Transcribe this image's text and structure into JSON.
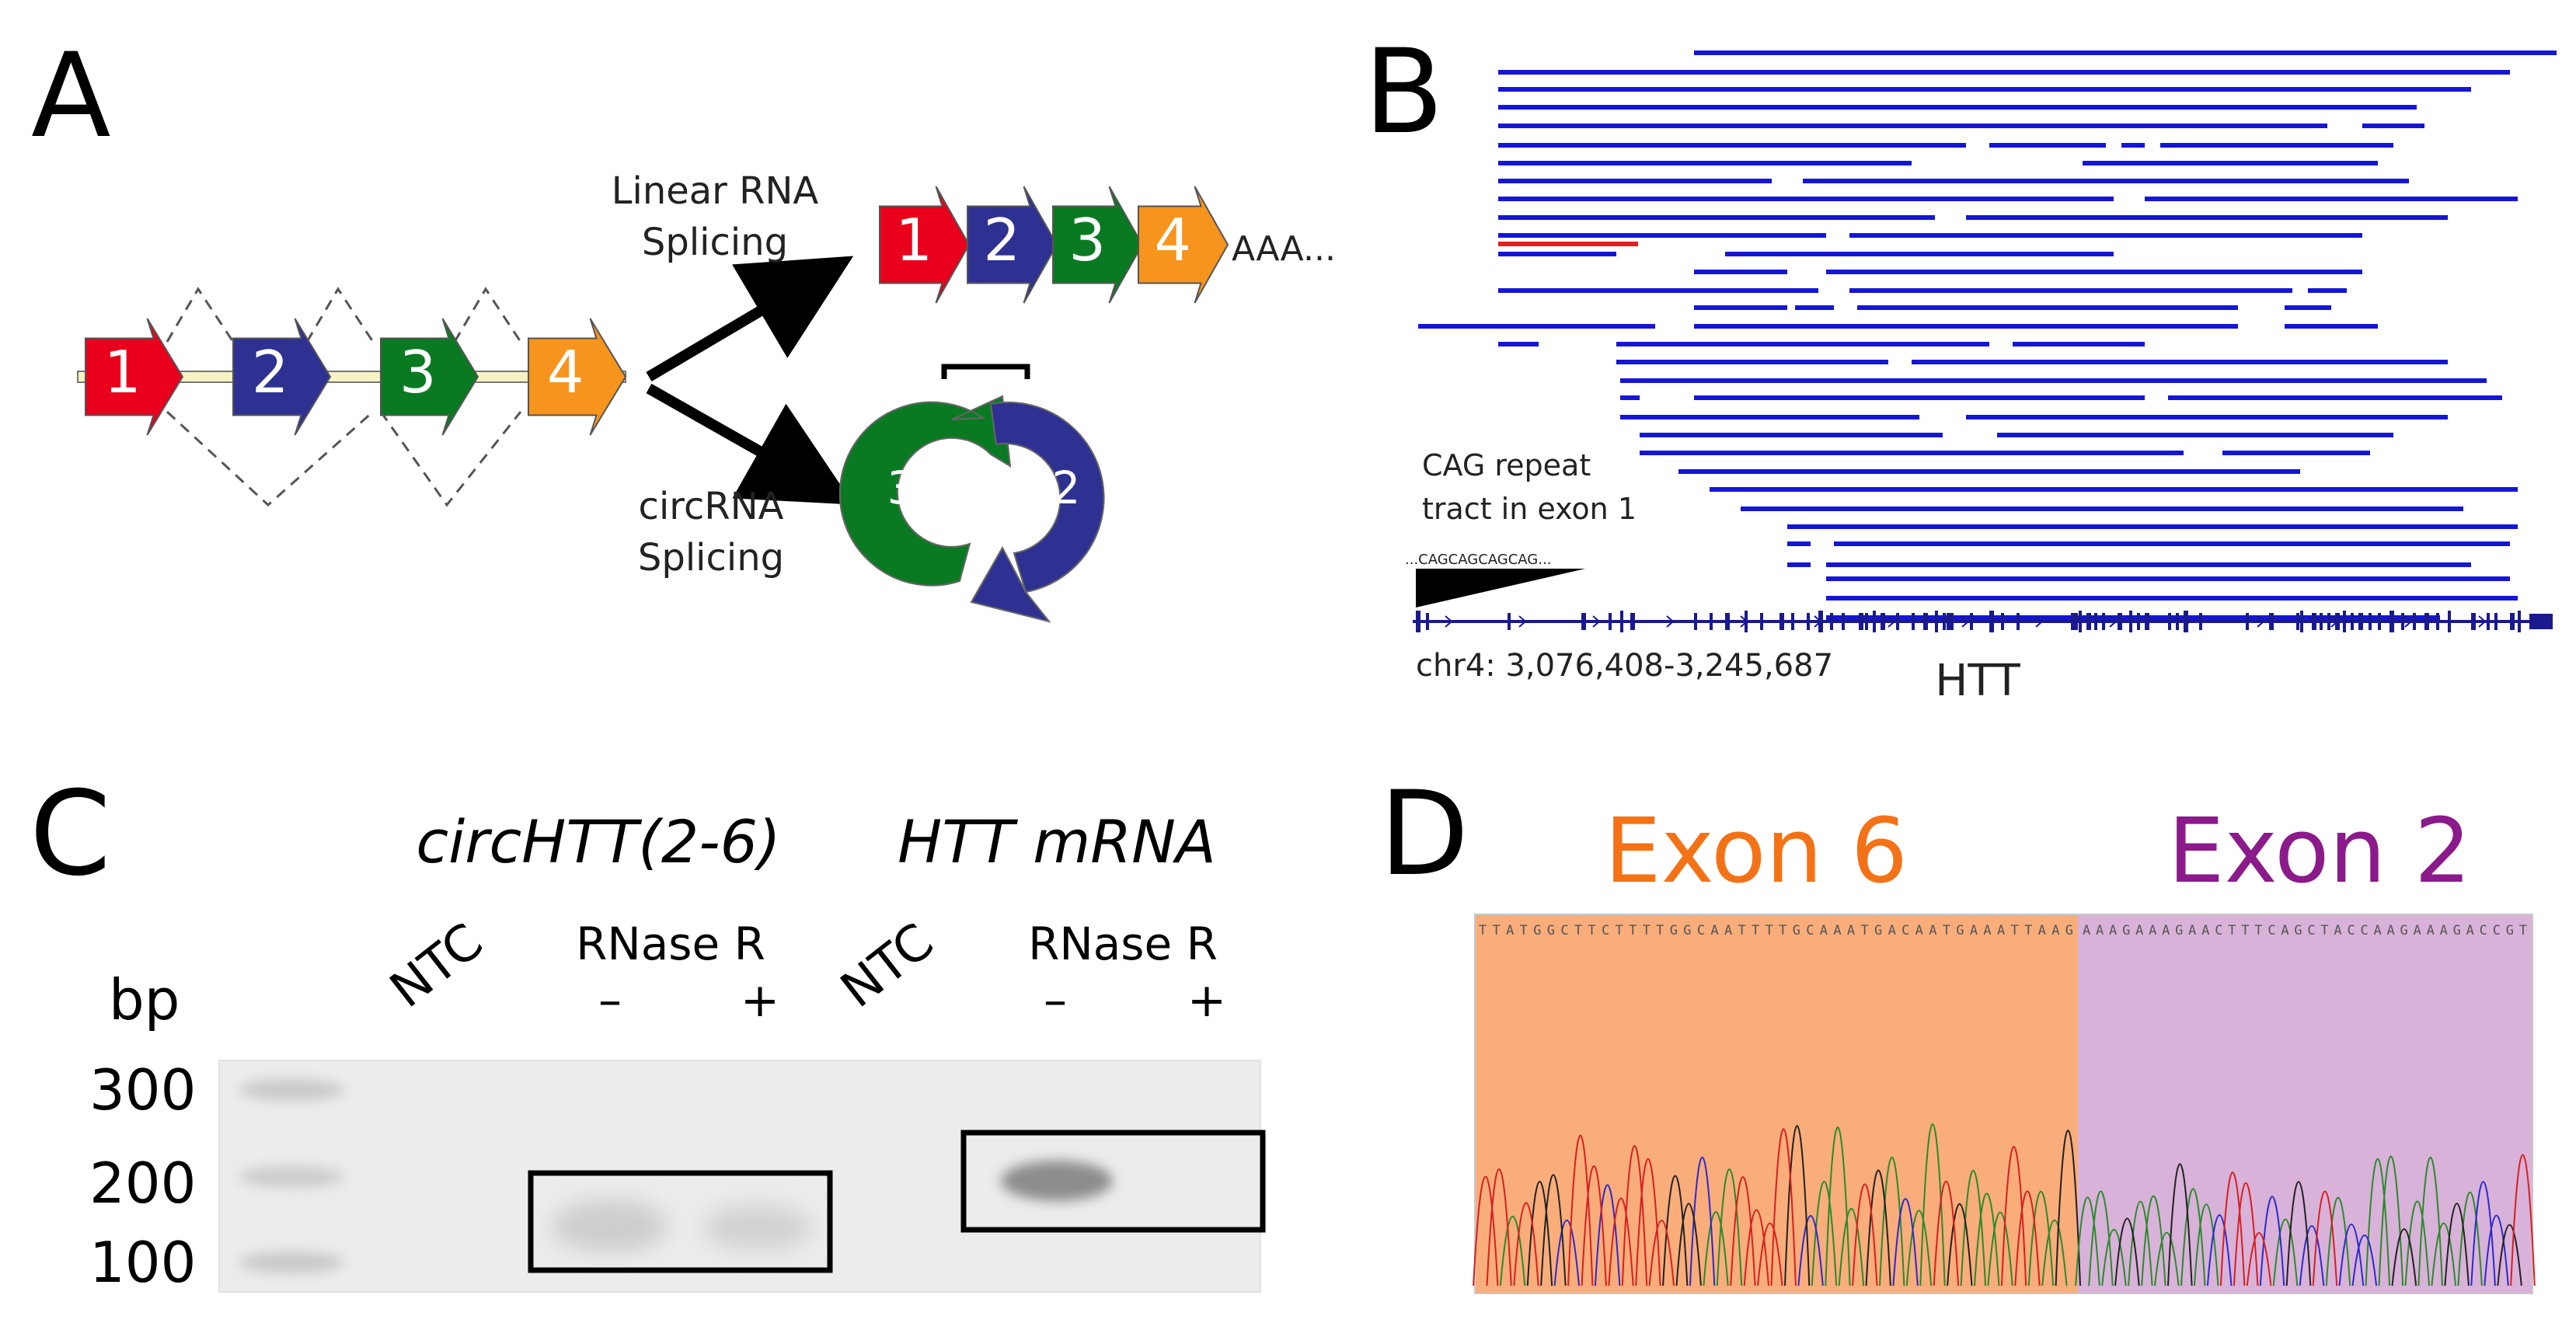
{
  "panels": {
    "a": {
      "label": "A",
      "exons": [
        "1",
        "2",
        "3",
        "4"
      ],
      "linear_label_1": "Linear RNA",
      "linear_label_2": "Splicing",
      "circ_label_1": "circRNA",
      "circ_label_2": "Splicing",
      "polya": "AAA...",
      "circ_exons": [
        "3",
        "2"
      ],
      "colors": {
        "exon1": "#e8001c",
        "exon2": "#2e3192",
        "exon3": "#0a7a22",
        "exon4": "#f7941d"
      }
    },
    "b": {
      "label": "B",
      "cag_line_1": "CAG repeat",
      "cag_line_2": "tract in exon 1",
      "cag_seq": "...CAGCAGCAGCAG...",
      "coords": "chr4: 3,076,408-3,245,687",
      "gene": "HTT",
      "read_color": "#1515d6",
      "highlight_color": "#e02020",
      "gene_color": "#1a1a8c"
    },
    "c": {
      "label": "C",
      "group1": "circHTT(2-6)",
      "group2": "HTT mRNA",
      "ntc": "NTC",
      "rnase": "RNase R",
      "minus": "–",
      "plus": "+",
      "bp": "bp",
      "ladder": [
        "300",
        "200",
        "100"
      ]
    },
    "d": {
      "label": "D",
      "exon6": "Exon 6",
      "exon2": "Exon 2",
      "exon6_color": "#f47216",
      "exon2_color": "#8b1a8b",
      "seq6": "TTATGGCTTCTTTTGGCAATTTTGCAAATGACAATGAAATTAAG",
      "seq2": "AAAGAAAGAACTTTCAGCTACCAAGAAAGACCGT"
    }
  }
}
